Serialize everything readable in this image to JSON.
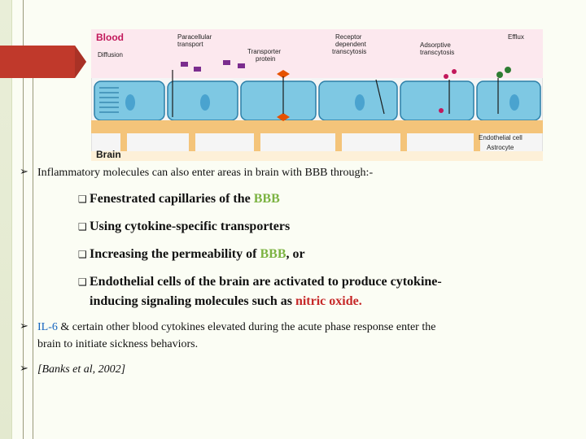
{
  "figure": {
    "blood_label": "Blood",
    "brain_label": "Brain",
    "labels": {
      "paracellular": "Paracellular\ntransport",
      "diffusion": "Diffusion",
      "transporter": "Transporter\nprotein",
      "receptor": "Receptor\ndependent\ntranscytosis",
      "adsorptive": "Adsorptive\ntranscytosis",
      "efflux": "Efflux",
      "endothelial": "Endothelial cell",
      "astrocyte": "Astrocyte"
    }
  },
  "bullets": {
    "b1": "Inflammatory molecules can also enter areas in brain with BBB through:-",
    "s1_pre": "Fenestrated capillaries of the ",
    "s1_hl": "BBB",
    "s2": "Using cytokine-specific transporters",
    "s3_pre": "Increasing the permeability of ",
    "s3_hl": "BBB",
    "s3_post": ", or",
    "s4_line1": "Endothelial  cells  of  the  brain  are  activated  to  produce  cytokine-",
    "s4_line2_pre": "inducing signaling molecules such as ",
    "s4_hl": "nitric oxide.",
    "b2_hl": "IL-6",
    "b2_line1": " & certain other blood cytokines elevated during the acute phase response enter the",
    "b2_line2": "brain to initiate sickness behaviors.",
    "b3": "[Banks et al, 2002]"
  },
  "colors": {
    "highlight_green": "#7cb342",
    "highlight_red": "#c62828",
    "highlight_blue": "#1565c0",
    "tab_red": "#c0392b"
  }
}
